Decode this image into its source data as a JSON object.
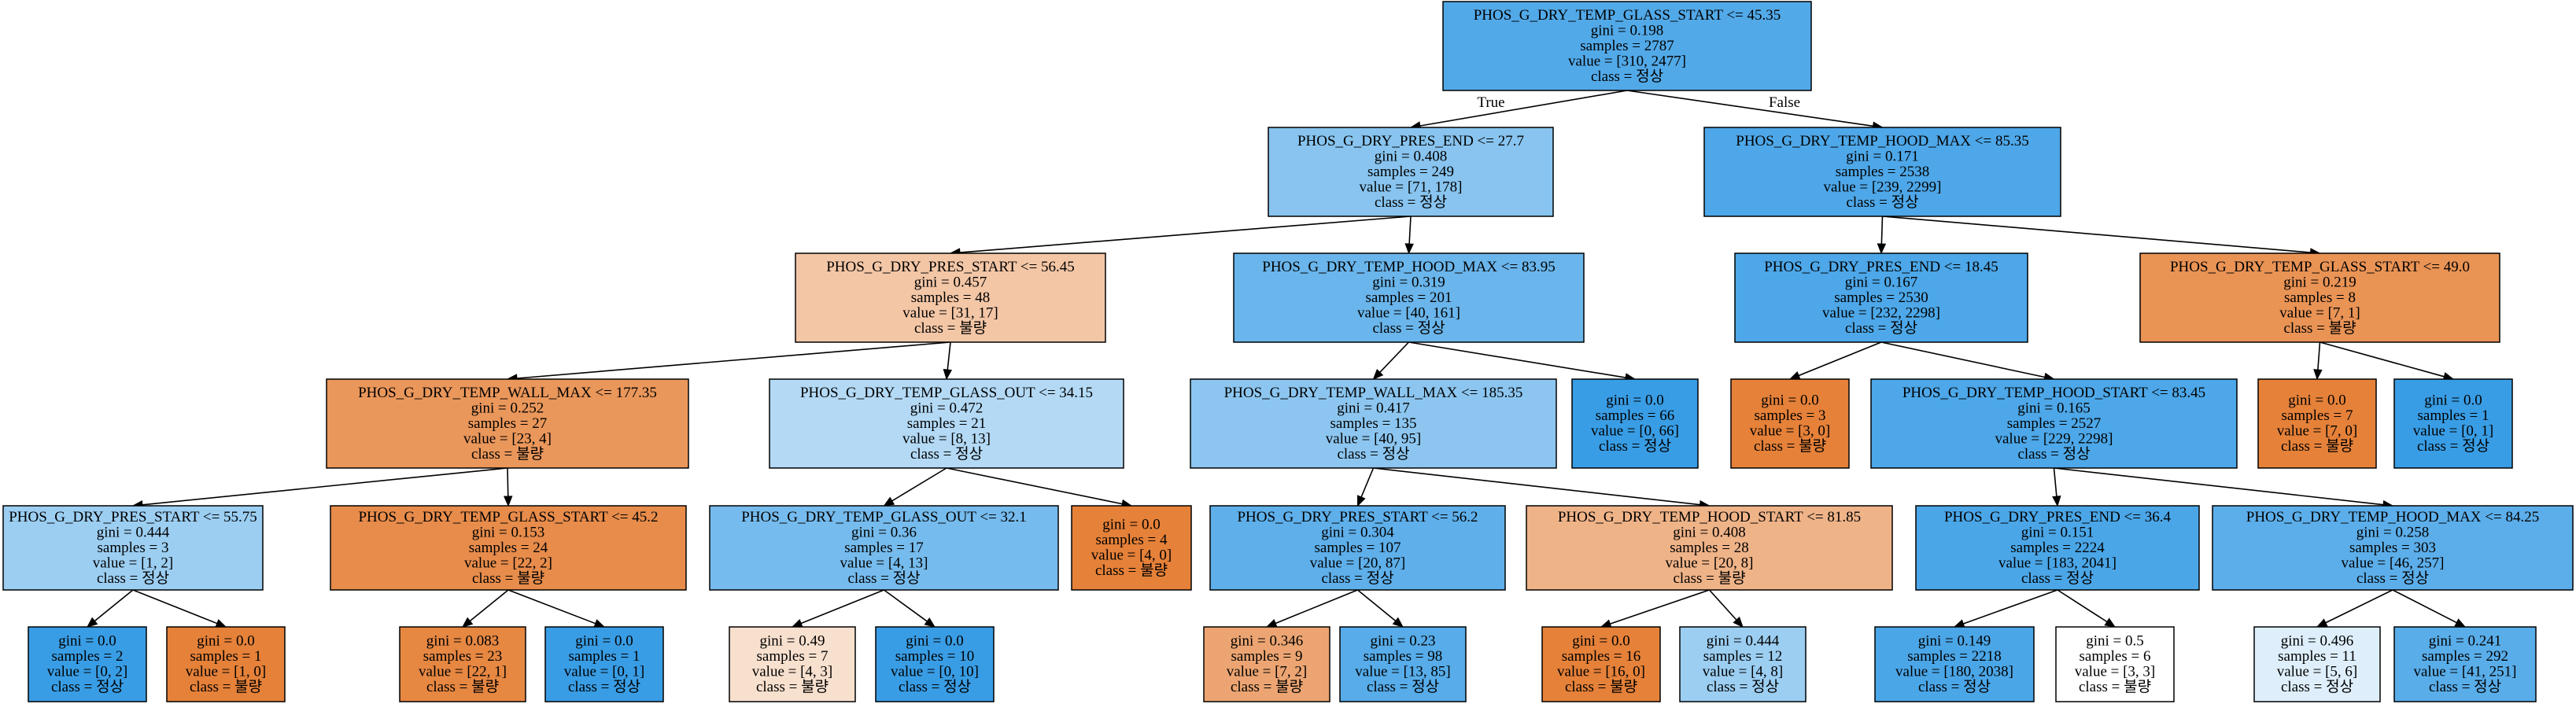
{
  "colors": {
    "class_0": "#e58139",
    "class_1": "#399de5"
  },
  "edge_labels": {
    "true_label": "True",
    "false_label": "False"
  },
  "nodes": [
    {
      "id": "n0",
      "lines": [
        "PHOS_G_DRY_TEMP_GLASS_START <= 45.35",
        "gini = 0.198",
        "samples = 2787",
        "value = [310, 2477]",
        "class = 정상"
      ],
      "fill": "#52a9e8"
    },
    {
      "id": "n1",
      "lines": [
        "PHOS_G_DRY_PRES_END <= 27.7",
        "gini = 0.408",
        "samples = 249",
        "value = [71, 178]",
        "class = 정상"
      ],
      "fill": "#88c4ef"
    },
    {
      "id": "n2",
      "lines": [
        "PHOS_G_DRY_PRES_START <= 56.45",
        "gini = 0.457",
        "samples = 48",
        "value = [31, 17]",
        "class = 불량"
      ],
      "fill": "#f3c6a6"
    },
    {
      "id": "n3",
      "lines": [
        "PHOS_G_DRY_TEMP_WALL_MAX <= 177.35",
        "gini = 0.252",
        "samples = 27",
        "value = [23, 4]",
        "class = 불량"
      ],
      "fill": "#ea975b"
    },
    {
      "id": "n4",
      "lines": [
        "PHOS_G_DRY_PRES_START <= 55.75",
        "gini = 0.444",
        "samples = 3",
        "value = [1, 2]",
        "class = 정상"
      ],
      "fill": "#9ccef2"
    },
    {
      "id": "n5",
      "lines": [
        "gini = 0.0",
        "samples = 2",
        "value = [0, 2]",
        "class = 정상"
      ],
      "fill": "#399de5"
    },
    {
      "id": "n6",
      "lines": [
        "gini = 0.0",
        "samples = 1",
        "value = [1, 0]",
        "class = 불량"
      ],
      "fill": "#e58139"
    },
    {
      "id": "n7",
      "lines": [
        "PHOS_G_DRY_TEMP_GLASS_START <= 45.2",
        "gini = 0.153",
        "samples = 24",
        "value = [22, 2]",
        "class = 불량"
      ],
      "fill": "#e78c4b"
    },
    {
      "id": "n8",
      "lines": [
        "gini = 0.083",
        "samples = 23",
        "value = [22, 1]",
        "class = 불량"
      ],
      "fill": "#e68742"
    },
    {
      "id": "n9",
      "lines": [
        "gini = 0.0",
        "samples = 1",
        "value = [0, 1]",
        "class = 정상"
      ],
      "fill": "#399de5"
    },
    {
      "id": "n10",
      "lines": [
        "PHOS_G_DRY_TEMP_GLASS_OUT <= 34.15",
        "gini = 0.472",
        "samples = 21",
        "value = [8, 13]",
        "class = 정상"
      ],
      "fill": "#b3d9f5"
    },
    {
      "id": "n11",
      "lines": [
        "PHOS_G_DRY_TEMP_GLASS_OUT <= 32.1",
        "gini = 0.36",
        "samples = 17",
        "value = [4, 13]",
        "class = 정상"
      ],
      "fill": "#76bbed"
    },
    {
      "id": "n12",
      "lines": [
        "gini = 0.49",
        "samples = 7",
        "value = [4, 3]",
        "class = 불량"
      ],
      "fill": "#f8e0ce"
    },
    {
      "id": "n13",
      "lines": [
        "gini = 0.0",
        "samples = 10",
        "value = [0, 10]",
        "class = 정상"
      ],
      "fill": "#399de5"
    },
    {
      "id": "n14",
      "lines": [
        "gini = 0.0",
        "samples = 4",
        "value = [4, 0]",
        "class = 불량"
      ],
      "fill": "#e58139"
    },
    {
      "id": "n15",
      "lines": [
        "PHOS_G_DRY_TEMP_HOOD_MAX <= 83.95",
        "gini = 0.319",
        "samples = 201",
        "value = [40, 161]",
        "class = 정상"
      ],
      "fill": "#6ab5eb"
    },
    {
      "id": "n16",
      "lines": [
        "PHOS_G_DRY_TEMP_WALL_MAX <= 185.35",
        "gini = 0.417",
        "samples = 135",
        "value = [40, 95]",
        "class = 정상"
      ],
      "fill": "#8cc6f0"
    },
    {
      "id": "n17",
      "lines": [
        "PHOS_G_DRY_PRES_START <= 56.2",
        "gini = 0.304",
        "samples = 107",
        "value = [20, 87]",
        "class = 정상"
      ],
      "fill": "#5eafea"
    },
    {
      "id": "n18",
      "lines": [
        "gini = 0.346",
        "samples = 9",
        "value = [7, 2]",
        "class = 불량"
      ],
      "fill": "#eca572"
    },
    {
      "id": "n19",
      "lines": [
        "gini = 0.23",
        "samples = 98",
        "value = [13, 85]",
        "class = 정상"
      ],
      "fill": "#57ace9"
    },
    {
      "id": "n20",
      "lines": [
        "PHOS_G_DRY_TEMP_HOOD_START <= 81.85",
        "gini = 0.408",
        "samples = 28",
        "value = [20, 8]",
        "class = 불량"
      ],
      "fill": "#efb388"
    },
    {
      "id": "n21",
      "lines": [
        "gini = 0.0",
        "samples = 16",
        "value = [16, 0]",
        "class = 불량"
      ],
      "fill": "#e58139"
    },
    {
      "id": "n22",
      "lines": [
        "gini = 0.444",
        "samples = 12",
        "value = [4, 8]",
        "class = 정상"
      ],
      "fill": "#9ccef2"
    },
    {
      "id": "n23",
      "lines": [
        "gini = 0.0",
        "samples = 66",
        "value = [0, 66]",
        "class = 정상"
      ],
      "fill": "#399de5"
    },
    {
      "id": "n24",
      "lines": [
        "PHOS_G_DRY_TEMP_HOOD_MAX <= 85.35",
        "gini = 0.171",
        "samples = 2538",
        "value = [239, 2299]",
        "class = 정상"
      ],
      "fill": "#4ea7e8"
    },
    {
      "id": "n25",
      "lines": [
        "PHOS_G_DRY_PRES_END <= 18.45",
        "gini = 0.167",
        "samples = 2530",
        "value = [232, 2298]",
        "class = 정상"
      ],
      "fill": "#4da7e8"
    },
    {
      "id": "n26",
      "lines": [
        "gini = 0.0",
        "samples = 3",
        "value = [3, 0]",
        "class = 불량"
      ],
      "fill": "#e58139"
    },
    {
      "id": "n27",
      "lines": [
        "PHOS_G_DRY_TEMP_HOOD_START <= 83.45",
        "gini = 0.165",
        "samples = 2527",
        "value = [229, 2298]",
        "class = 정상"
      ],
      "fill": "#4da7e8"
    },
    {
      "id": "n28",
      "lines": [
        "PHOS_G_DRY_PRES_END <= 36.4",
        "gini = 0.151",
        "samples = 2224",
        "value = [183, 2041]",
        "class = 정상"
      ],
      "fill": "#4ba6e7"
    },
    {
      "id": "n29",
      "lines": [
        "gini = 0.149",
        "samples = 2218",
        "value = [180, 2038]",
        "class = 정상"
      ],
      "fill": "#4ba6e7"
    },
    {
      "id": "n30",
      "lines": [
        "gini = 0.5",
        "samples = 6",
        "value = [3, 3]",
        "class = 불량"
      ],
      "fill": "#ffffff"
    },
    {
      "id": "n31",
      "lines": [
        "PHOS_G_DRY_TEMP_HOOD_MAX <= 84.25",
        "gini = 0.258",
        "samples = 303",
        "value = [46, 257]",
        "class = 정상"
      ],
      "fill": "#5caeea"
    },
    {
      "id": "n32",
      "lines": [
        "gini = 0.496",
        "samples = 11",
        "value = [5, 6]",
        "class = 정상"
      ],
      "fill": "#deeffb"
    },
    {
      "id": "n33",
      "lines": [
        "gini = 0.241",
        "samples = 292",
        "value = [41, 251]",
        "class = 정상"
      ],
      "fill": "#59ade9"
    },
    {
      "id": "n34",
      "lines": [
        "PHOS_G_DRY_TEMP_GLASS_START <= 49.0",
        "gini = 0.219",
        "samples = 8",
        "value = [7, 1]",
        "class = 불량"
      ],
      "fill": "#e99355"
    },
    {
      "id": "n35",
      "lines": [
        "gini = 0.0",
        "samples = 7",
        "value = [7, 0]",
        "class = 불량"
      ],
      "fill": "#e58139"
    },
    {
      "id": "n36",
      "lines": [
        "gini = 0.0",
        "samples = 1",
        "value = [0, 1]",
        "class = 정상"
      ],
      "fill": "#399de5"
    }
  ],
  "edges": [
    [
      "n0",
      "n1"
    ],
    [
      "n0",
      "n24"
    ],
    [
      "n1",
      "n2"
    ],
    [
      "n1",
      "n15"
    ],
    [
      "n2",
      "n3"
    ],
    [
      "n2",
      "n10"
    ],
    [
      "n3",
      "n4"
    ],
    [
      "n3",
      "n7"
    ],
    [
      "n4",
      "n5"
    ],
    [
      "n4",
      "n6"
    ],
    [
      "n7",
      "n8"
    ],
    [
      "n7",
      "n9"
    ],
    [
      "n10",
      "n11"
    ],
    [
      "n10",
      "n14"
    ],
    [
      "n11",
      "n12"
    ],
    [
      "n11",
      "n13"
    ],
    [
      "n15",
      "n16"
    ],
    [
      "n15",
      "n23"
    ],
    [
      "n16",
      "n17"
    ],
    [
      "n16",
      "n20"
    ],
    [
      "n17",
      "n18"
    ],
    [
      "n17",
      "n19"
    ],
    [
      "n20",
      "n21"
    ],
    [
      "n20",
      "n22"
    ],
    [
      "n24",
      "n25"
    ],
    [
      "n24",
      "n34"
    ],
    [
      "n25",
      "n26"
    ],
    [
      "n25",
      "n27"
    ],
    [
      "n27",
      "n28"
    ],
    [
      "n27",
      "n31"
    ],
    [
      "n28",
      "n29"
    ],
    [
      "n28",
      "n30"
    ],
    [
      "n31",
      "n32"
    ],
    [
      "n31",
      "n33"
    ],
    [
      "n34",
      "n35"
    ],
    [
      "n34",
      "n36"
    ]
  ]
}
